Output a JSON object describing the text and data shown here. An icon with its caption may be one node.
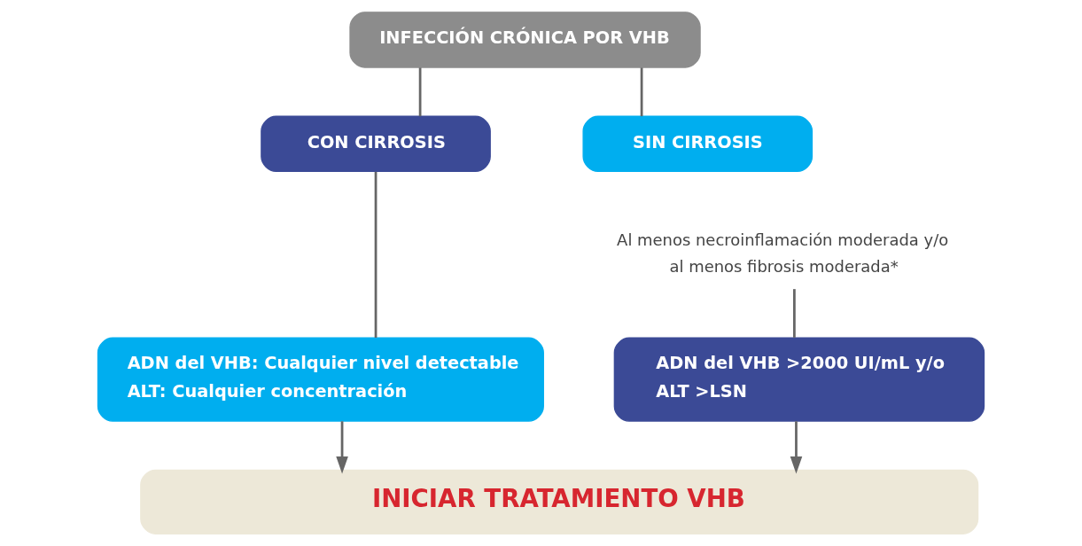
{
  "diagram": {
    "nodes": [
      {
        "text": [
          "INFECCIÓN CRÓNICA POR VHB"
        ]
      },
      {
        "text": [
          "CON CIRROSIS"
        ]
      },
      {
        "text": [
          "SIN CIRROSIS"
        ]
      },
      {
        "text": [
          "Al menos necroinflamación moderada y/o al menos fibrosis moderada*"
        ]
      },
      {
        "text": [
          "ADN del VHB: Cualquier nivel detectable",
          "ALT: Cualquier concentración"
        ]
      },
      {
        "text": [
          "ADN del VHB >2000 UI/mL y/o",
          "ALT >LSN"
        ]
      },
      {
        "text": [
          "INICIAR TRATAMIENTO VHB"
        ]
      }
    ],
    "edges": [
      {
        "from": 0,
        "to": 1,
        "arrow": "none"
      },
      {
        "from": 0,
        "to": 2,
        "arrow": "none"
      },
      {
        "from": 1,
        "to": 4,
        "arrow": "none"
      },
      {
        "from": 3,
        "to": 5,
        "arrow": "none"
      },
      {
        "from": 4,
        "to": 6,
        "arrow": "to"
      },
      {
        "from": 5,
        "to": 6,
        "arrow": "to"
      }
    ]
  }
}
